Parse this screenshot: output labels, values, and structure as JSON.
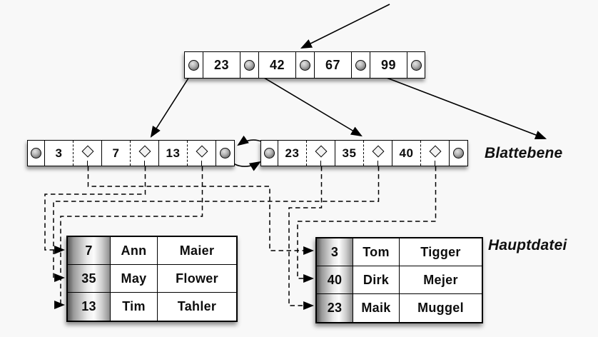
{
  "diagram": {
    "root_node": {
      "keys": [
        "23",
        "42",
        "67",
        "99"
      ]
    },
    "leaf_nodes": {
      "left": {
        "keys": [
          "3",
          "7",
          "13"
        ]
      },
      "right": {
        "keys": [
          "23",
          "35",
          "40"
        ]
      }
    },
    "labels": {
      "leaf_level": "Blattebene",
      "main_file": "Hauptdatei"
    },
    "tables": {
      "left": {
        "rows": [
          [
            "7",
            "Ann",
            "Maier"
          ],
          [
            "35",
            "May",
            "Flower"
          ],
          [
            "13",
            "Tim",
            "Tahler"
          ]
        ]
      },
      "right": {
        "rows": [
          [
            "3",
            "Tom",
            "Tigger"
          ],
          [
            "40",
            "Dirk",
            "Mejer"
          ],
          [
            "23",
            "Maik",
            "Muggel"
          ]
        ]
      }
    },
    "icons": {
      "pointer": "pointer-circle-icon (gray sphere)",
      "record_reference": "diamond-record-pointer-icon",
      "arrowhead": "black filled triangle"
    },
    "colors": {
      "background": "#f8f8f8",
      "node_fill": "#ffffff",
      "stroke": "#000000",
      "sphere_gradient": [
        "#e3e3e3",
        "#4c4c4c"
      ],
      "key_column_gradient": [
        "#565656",
        "#fcfcfc",
        "#8d8d8d"
      ]
    }
  }
}
